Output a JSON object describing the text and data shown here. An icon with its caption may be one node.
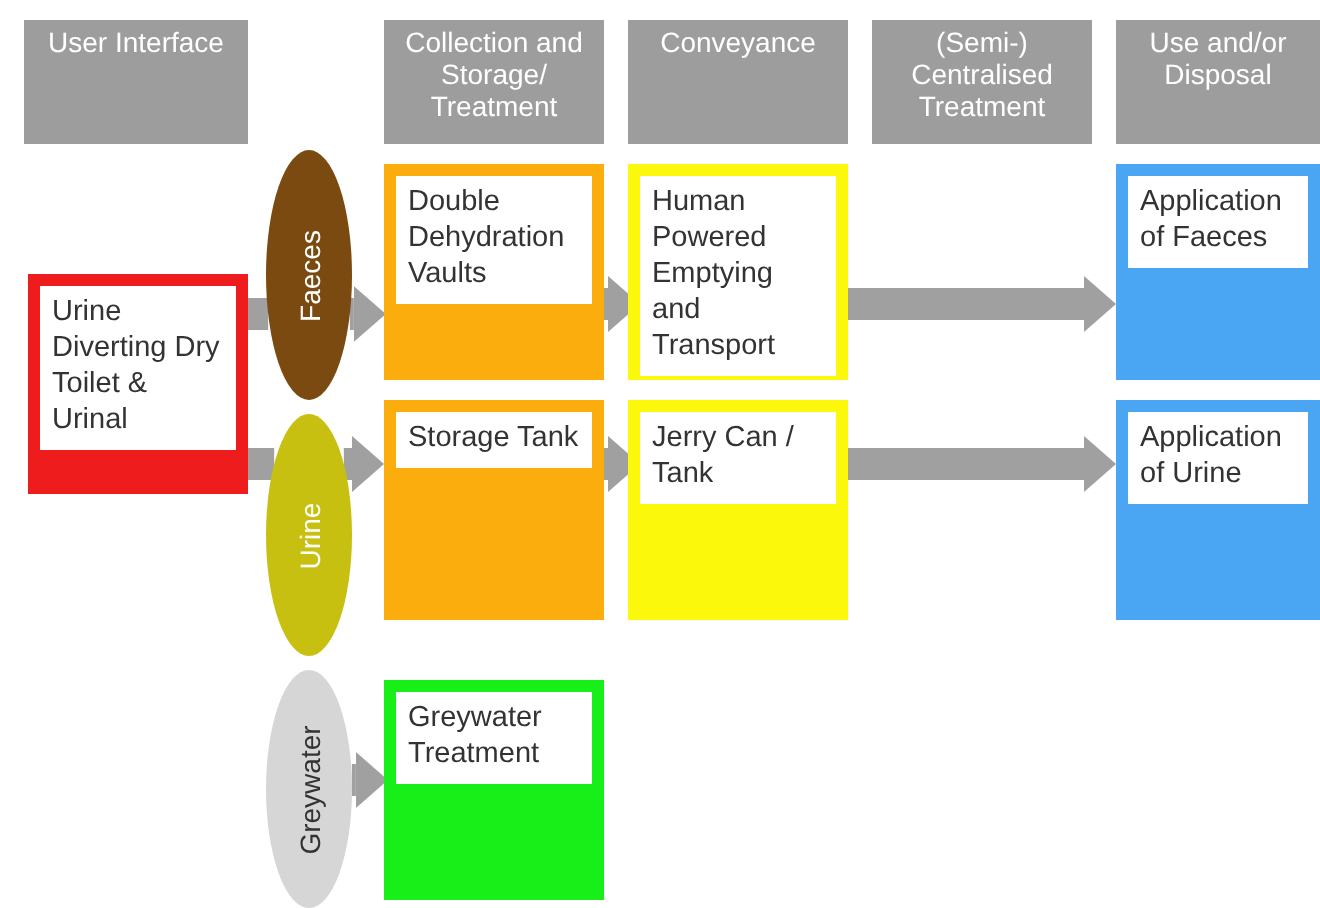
{
  "diagram": {
    "nodes": [
      {
        "text": [
          "User Interface"
        ]
      },
      {
        "text": [
          "Collection and Storage/ Treatment"
        ]
      },
      {
        "text": [
          "Conveyance"
        ]
      },
      {
        "text": [
          "(Semi-) Centralised Treatment"
        ]
      },
      {
        "text": [
          "Use and/or Disposal"
        ]
      },
      {
        "text": [
          "Urine Diverting Dry Toilet & Urinal"
        ]
      },
      {
        "text": [
          "Faeces"
        ]
      },
      {
        "text": [
          "Urine"
        ]
      },
      {
        "text": [
          "Greywater"
        ]
      },
      {
        "text": [
          "Double Dehydration Vaults"
        ]
      },
      {
        "text": [
          "Storage Tank"
        ]
      },
      {
        "text": [
          "Greywater Treatment"
        ]
      },
      {
        "text": [
          "Human Powered Emptying and Transport"
        ]
      },
      {
        "text": [
          "Jerry Can / Tank"
        ]
      },
      {
        "text": [
          "Application of Faeces"
        ]
      },
      {
        "text": [
          "Application of Urine"
        ]
      }
    ],
    "edges": [
      {
        "from": 5,
        "to": 6,
        "arrow": "none"
      },
      {
        "from": 6,
        "to": 9,
        "arrow": "to"
      },
      {
        "from": 5,
        "to": 7,
        "arrow": "none"
      },
      {
        "from": 7,
        "to": 10,
        "arrow": "to"
      },
      {
        "from": 8,
        "to": 11,
        "arrow": "to"
      },
      {
        "from": 9,
        "to": 12,
        "arrow": "to"
      },
      {
        "from": 10,
        "to": 13,
        "arrow": "to"
      },
      {
        "from": 12,
        "to": 14,
        "arrow": "to"
      },
      {
        "from": 13,
        "to": 15,
        "arrow": "to"
      }
    ]
  }
}
